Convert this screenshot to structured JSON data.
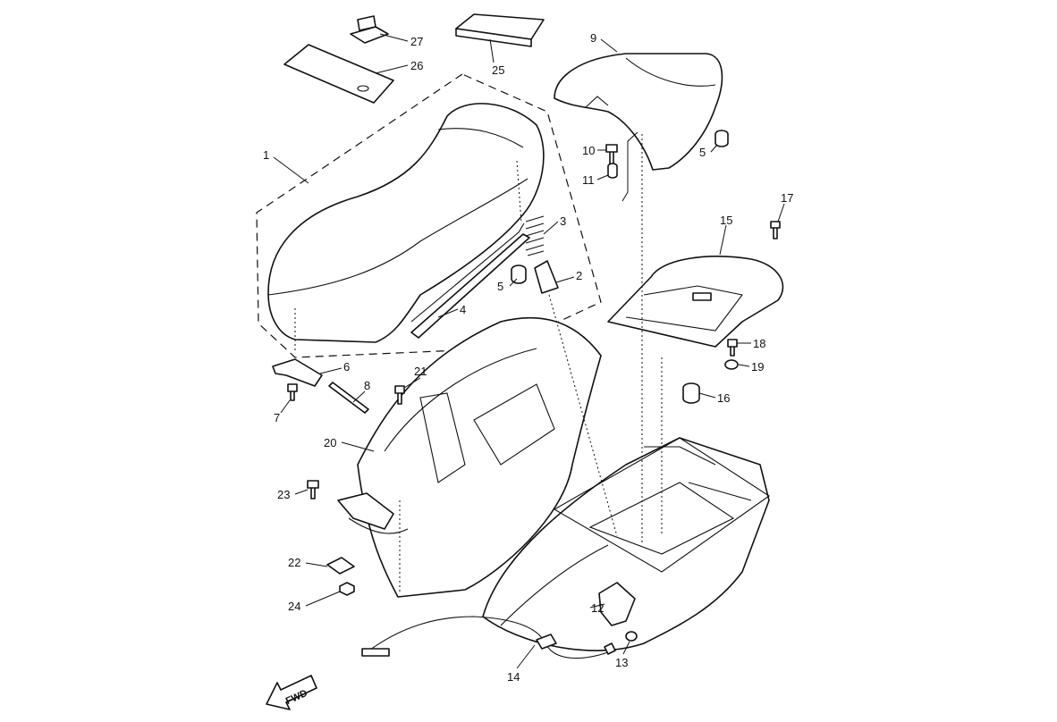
{
  "diagram": {
    "callouts": {
      "c1": "1",
      "c2": "2",
      "c3": "3",
      "c4": "4",
      "c5a": "5",
      "c5b": "5",
      "c6": "6",
      "c7": "7",
      "c8": "8",
      "c9": "9",
      "c10": "10",
      "c11": "11",
      "c12": "12",
      "c13": "13",
      "c14": "14",
      "c15": "15",
      "c16": "16",
      "c17": "17",
      "c18": "18",
      "c19": "19",
      "c20": "20",
      "c21": "21",
      "c22": "22",
      "c23": "23",
      "c24": "24",
      "c25": "25",
      "c26": "26",
      "c27": "27"
    },
    "direction_arrow": "FWD",
    "line_color": "#111111"
  }
}
